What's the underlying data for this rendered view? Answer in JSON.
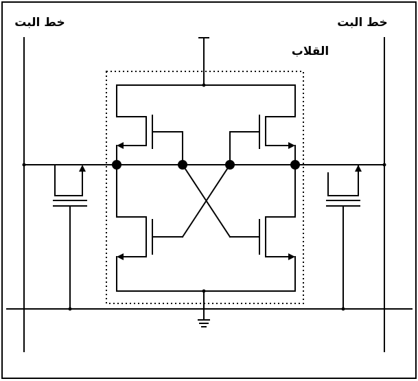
{
  "diagram": {
    "title_left_bitline": "خط البت",
    "title_right_bitline": "خط البت",
    "flipflop_label": "القلاب"
  },
  "icons": {
    "ground": "ground-symbol-icon",
    "power": "vdd-terminal-icon",
    "junction": "junction-dot-icon"
  }
}
